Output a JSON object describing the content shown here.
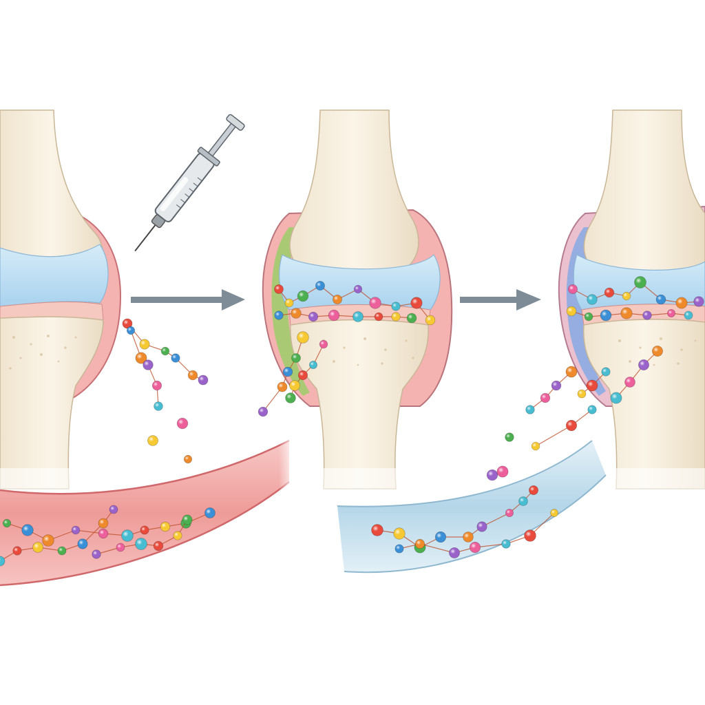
{
  "diagram": {
    "panels": [
      {
        "id": "joint-1",
        "synovium_color": "#f2a7a7",
        "fluid_color": "#bfe0f3"
      },
      {
        "id": "joint-2",
        "synovium_color": "#f2a7a7",
        "fluid_color": "#bfe0f3",
        "accent_color": "#8cc65a"
      },
      {
        "id": "joint-3",
        "synovium_color": "#e9b4c4",
        "fluid_color": "#bfe0f3",
        "accent_color": "#7fa6df"
      }
    ],
    "icons": [
      "syringe-icon",
      "arrow-right-icon"
    ],
    "vessels": [
      {
        "id": "blood-vessel-red",
        "color": "#e98b8b"
      },
      {
        "id": "vessel-blue",
        "color": "#a9cfe3"
      }
    ],
    "molecule_colors": [
      "#e84a3c",
      "#f6c933",
      "#4caf50",
      "#3a8fd6",
      "#ef8a2c",
      "#9a63c9",
      "#ec5f9b",
      "#48bcd0"
    ]
  }
}
